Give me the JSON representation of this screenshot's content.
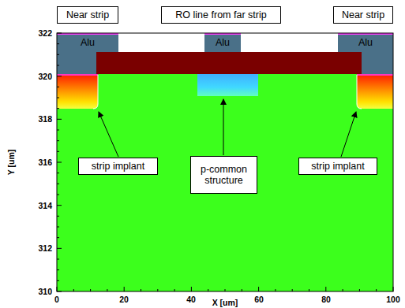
{
  "diagram": {
    "nodes": [
      {
        "text": [
          "Near strip"
        ]
      },
      {
        "text": [
          "RO line from far strip"
        ]
      },
      {
        "text": [
          "Near strip"
        ]
      },
      {
        "text": [
          "Alu"
        ]
      },
      {
        "text": [
          "Alu"
        ]
      },
      {
        "text": [
          "Alu"
        ]
      },
      {
        "text": [
          "strip implant"
        ]
      },
      {
        "text": [
          "p-common structure"
        ]
      },
      {
        "text": [
          "strip implant"
        ]
      }
    ],
    "labels": [
      "322",
      "320",
      "318",
      "316",
      "314",
      "312",
      "310",
      "0",
      "20",
      "40",
      "60",
      "80",
      "100",
      "Y [um]",
      "X [um]"
    ]
  }
}
